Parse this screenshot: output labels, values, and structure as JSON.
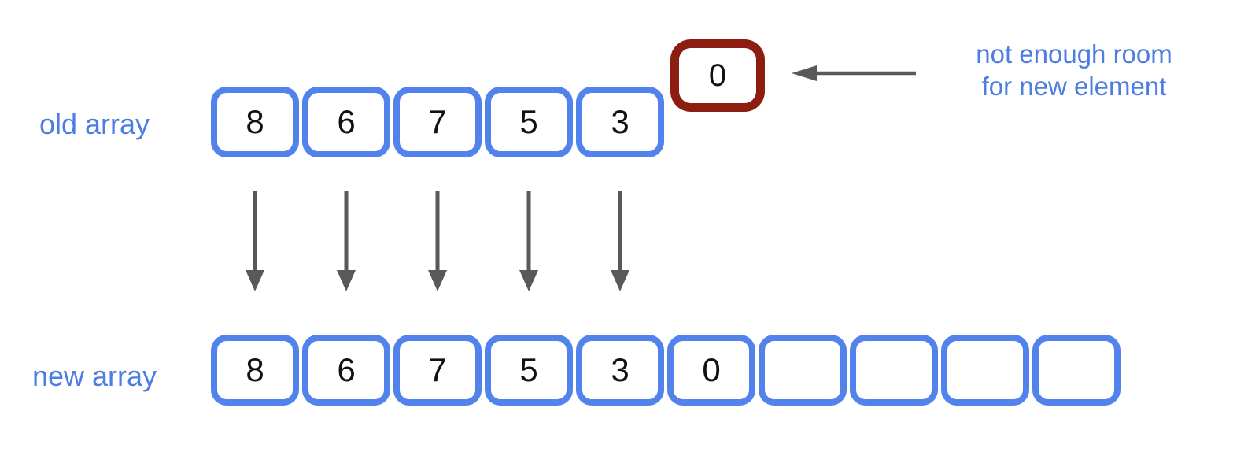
{
  "diagram": {
    "title_semantic": "array resize diagram",
    "old_array": {
      "label": "old array",
      "cells": [
        "8",
        "6",
        "7",
        "5",
        "3"
      ]
    },
    "overflow_element": {
      "value": "0"
    },
    "annotation": {
      "line1": "not enough room",
      "line2": "for new element"
    },
    "new_array": {
      "label": "new array",
      "cells": [
        "8",
        "6",
        "7",
        "5",
        "3",
        "0",
        "",
        "",
        "",
        ""
      ]
    }
  },
  "colors": {
    "array_border_blue": "#5283ec",
    "label_text_blue": "#4d7de2",
    "overflow_border_red": "#8c1d10",
    "arrow_gray": "#595959",
    "value_text_black": "#111111",
    "background": "#ffffff"
  }
}
